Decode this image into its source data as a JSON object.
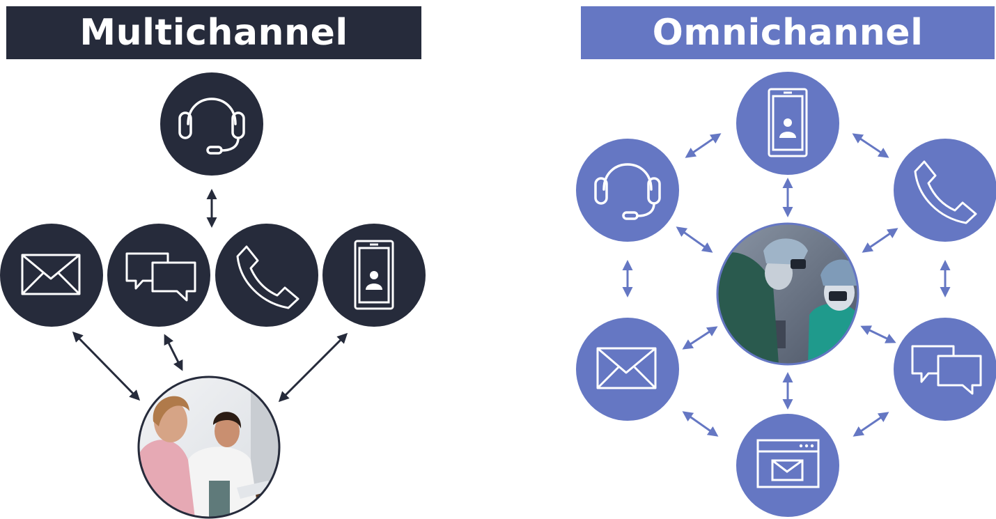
{
  "colors": {
    "multichannel_dark": "#262b3b",
    "omnichannel_blue": "#6577c3",
    "icon_stroke": "#ffffff",
    "photo_ring": "#262b3b"
  },
  "multichannel": {
    "title": "Multichannel",
    "channels": [
      "headset-icon",
      "envelope-icon",
      "chat-bubbles-icon",
      "phone-handset-icon",
      "mobile-phone-icon"
    ],
    "center_image": "doctor-patient-consultation-photo"
  },
  "omnichannel": {
    "title": "Omnichannel",
    "channels": [
      "mobile-phone-icon",
      "headset-icon",
      "phone-handset-icon",
      "envelope-icon",
      "chat-bubbles-icon",
      "web-mail-icon"
    ],
    "center_image": "surgeons-operating-photo"
  }
}
